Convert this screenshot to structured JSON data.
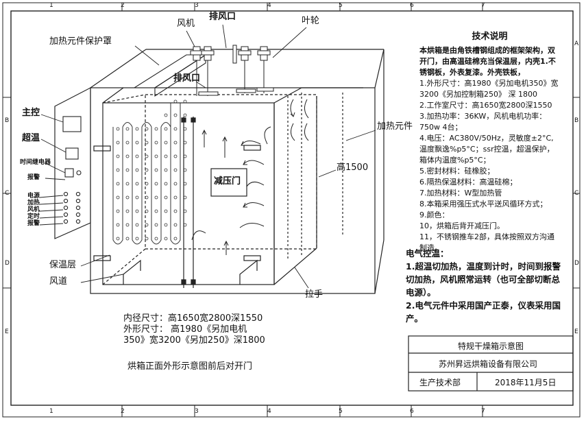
{
  "border_marks": {
    "top": [
      "1",
      "2",
      "3",
      "4",
      "5",
      "6",
      "7"
    ],
    "bottom": [
      "1",
      "2",
      "3",
      "4",
      "5",
      "6",
      "7"
    ],
    "left": [
      "B",
      "C",
      "D",
      "E"
    ],
    "right": [
      "A",
      "B",
      "C",
      "D",
      "E"
    ]
  },
  "labels": {
    "fan": "风机",
    "exhaust_top": "排风口",
    "impeller": "叶轮",
    "heater_cover": "加热元件保护罩",
    "exhaust_mid": "排风口",
    "main_control": "主控",
    "over_temp": "超温",
    "timer_relay": "时间继电器",
    "alarm": "报警",
    "power": "电源",
    "heating": "加热",
    "fan_small": "风机",
    "timing": "定时",
    "alarm_small": "报警",
    "heater_element": "加热元件",
    "height": "高1500",
    "pressure_door": "减压门",
    "insulation": "保温层",
    "air_duct": "风道",
    "handle": "拉手"
  },
  "dims": {
    "line1": "内径尺寸：高1650宽2800深1550",
    "line2": "外形尺寸：  高1980《另加电机",
    "line3": "350》宽3200《另加250》深1800",
    "caption": "烘箱正面外形示意图前后对开门"
  },
  "tech": {
    "title": "技术说明",
    "intro": "本烘箱是由角铁槽钢组成的框架架构，双开门，由高温硅棉充当保温层，内壳1.不锈钢板，外表复漆。外壳铁板，",
    "items": [
      "1.外形尺寸：高1980《另加电机350》宽3200《另加控制箱250》  深 1800",
      "2.工作室尺寸：高1650宽2800深1550",
      "3.加热功率：36KW，风机电机功率：750w  4台；",
      "4.电压：AC380V/50Hz，灵敏度±2°C,温度飘逸%p5°C；ssr控温，超温保护，箱体内温度%p5°C；",
      "5.密封材料：硅橡胶；",
      "6.隔热保温材料：高温硅棉；",
      "7.加热材料：W型加热管",
      "8.本箱采用强压式水平送风循环方式；",
      "9.颜色：",
      "10，烘箱后背开减压门。",
      "11，不锈钢推车2部，具体按照双方沟通制造。"
    ]
  },
  "electric": {
    "title": "电气控温：",
    "item1": "1.超温切加热，温度到计时，时间到报警切加热，风机照常运转（也可全部切断总电源）。",
    "item2": "2.电气元件中采用国产正泰，仪表采用国产。"
  },
  "title_block": {
    "drawing_title": "特规干燥箱示意图",
    "company": "苏州昇远烘箱设备有限公司",
    "department": "生产技术部",
    "date": "2018年11月5日"
  }
}
